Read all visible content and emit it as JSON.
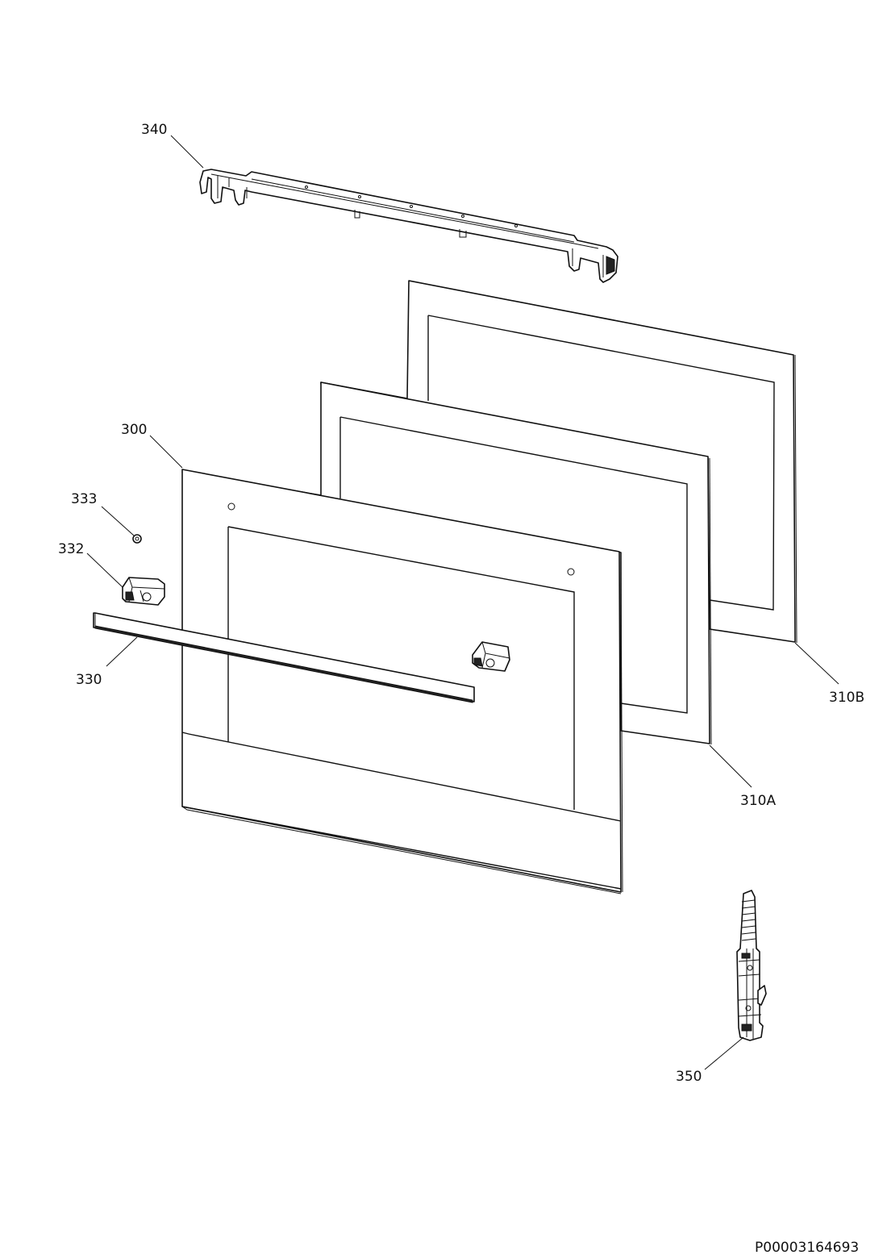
{
  "labels": {
    "p340": "340",
    "p300": "300",
    "p333": "333",
    "p332": "332",
    "p330": "330",
    "p310b": "310B",
    "p310a": "310A",
    "p350": "350"
  },
  "document_id": "P00003164693"
}
